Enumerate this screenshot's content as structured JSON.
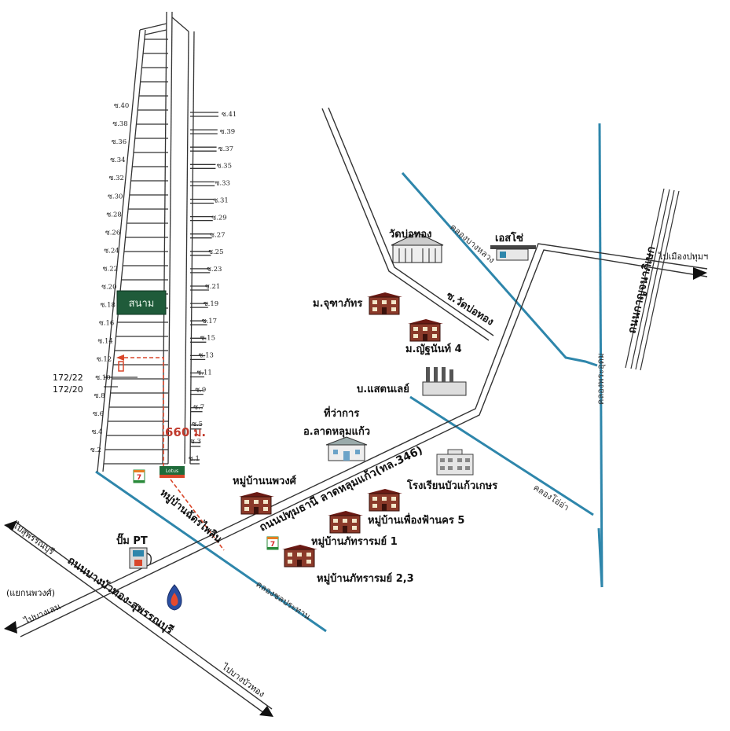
{
  "colors": {
    "canal": "#2e86ab",
    "road": "#333333",
    "route": "#d9472b",
    "field": "#1f5b3a",
    "house_roof": "#6b1a14",
    "house_wall": "#8b3a2a"
  },
  "soi_left": [
    "ซ.40",
    "ซ.38",
    "ซ.36",
    "ซ.34",
    "ซ.32",
    "ซ.30",
    "ซ.28",
    "ซ.26",
    "ซ.24",
    "ซ.22",
    "ซ.20",
    "ซ.18",
    "ซ.16",
    "ซ.14",
    "ซ.12",
    "ซ.10",
    "ซ.8",
    "ซ.6",
    "ซ.4",
    "ซ.2"
  ],
  "soi_right": [
    "ซ.41",
    "ซ.39",
    "ซ.37",
    "ซ.35",
    "ซ.33",
    "ซ.31",
    "ซ.29",
    "ซ.27",
    "ซ.25",
    "ซ.23",
    "ซ.21",
    "ซ.19",
    "ซ.17",
    "ซ.15",
    "ซ.13",
    "ซ.11",
    "ซ.9",
    "ซ.7",
    "ซ.5",
    "ซ.3",
    "ซ.1"
  ],
  "field_label": "สนาม",
  "addresses": [
    "172/22",
    "172/20"
  ],
  "distance": "660 ม.",
  "places": {
    "wat": "วัดบ่อทอง",
    "esso": "เอสโซ่",
    "juthaphat": "ม.จุฑาภัทร",
    "yanun": "ม.ญัฐนันท์ 4",
    "santonley": "บ.แสตนเลย์",
    "district_office_1": "ที่ว่าการ",
    "district_office_2": "อ.ลาดหลุมแก้ว",
    "school": "โรงเรียนบัวแก้วเกษร",
    "noppawong": "หมู่บ้านนพวงศ์",
    "chatphailin": "หมู่บ้านฉัตรไพลิน",
    "phuengfa": "หมู่บ้านเพื่องฟ้านคร 5",
    "phattharam1": "หมู่บ้านภัทรารมย์ 1",
    "phattharam23": "หมู่บ้านภัทรารมย์ 2,3",
    "pump": "ปั๊ม PT",
    "yaek": "(แยกนพวงศ์)",
    "seven_label": "7",
    "lotus_label": "Lotus"
  },
  "roads": {
    "main": "ถนนปทุมธานี ลาดหลุมแก้ว(ทล.346)",
    "bangbuathong": "ถนนบางบัวทอง-สุพรรณบุรี",
    "kanchana": "ถนนกาญจนาภิเษก",
    "soi_wat": "ซ.วัดบ่อทอง"
  },
  "directions": {
    "suphan": "ไปสุพรรณบุรี",
    "banglen": "ไปบางเลน",
    "bangbuathong": "ไปบางบัวทอง",
    "pathum": "ไปเมืองปทุมฯ"
  },
  "canals": {
    "bang_luang": "คลองบางหลวง",
    "phra_udom": "คลองพระอุดม",
    "khoa": "คลองโอ่อ่า",
    "chonprathan": "คลองชลประทาน"
  }
}
